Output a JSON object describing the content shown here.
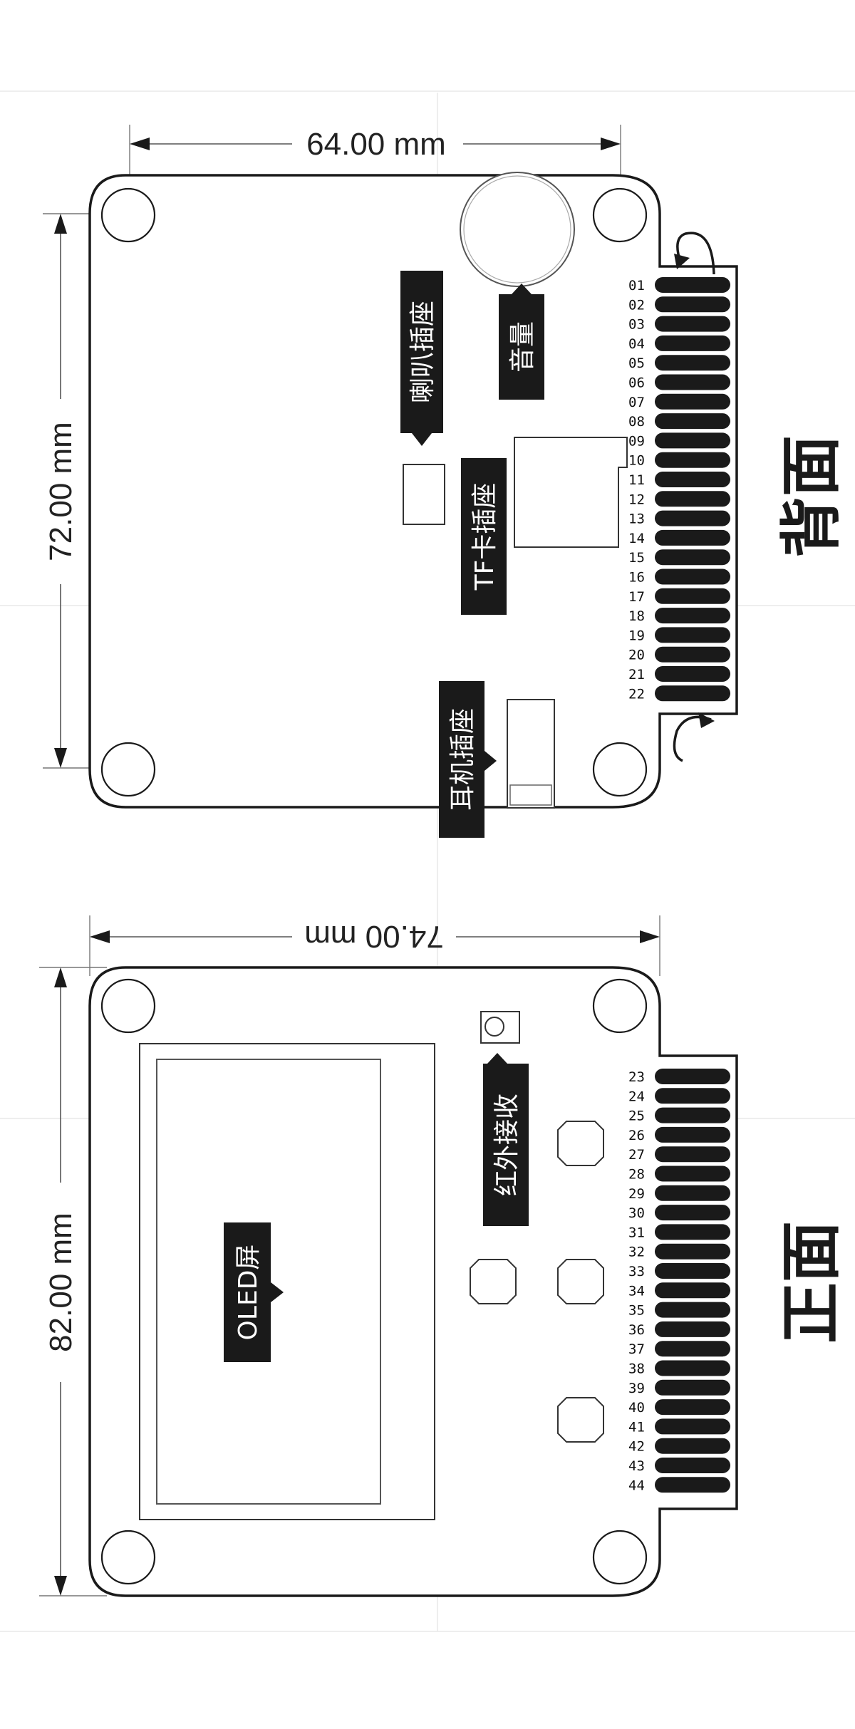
{
  "back_view": {
    "title": "背面",
    "width_dim": "64.00 mm",
    "height_dim": "72.00 mm",
    "labels": {
      "speaker": "喇叭插座",
      "volume": "音量",
      "tf_card": "TF卡插座",
      "earphone": "耳机插座"
    },
    "pins": [
      "01",
      "02",
      "03",
      "04",
      "05",
      "06",
      "07",
      "08",
      "09",
      "10",
      "11",
      "12",
      "13",
      "14",
      "15",
      "16",
      "17",
      "18",
      "19",
      "20",
      "21",
      "22"
    ]
  },
  "front_view": {
    "title": "正面",
    "width_dim": "74.00 mm",
    "height_dim": "82.00 mm",
    "labels": {
      "oled": "OLED屏",
      "ir": "红外接收"
    },
    "pins": [
      "23",
      "24",
      "25",
      "26",
      "27",
      "28",
      "29",
      "30",
      "31",
      "32",
      "33",
      "34",
      "35",
      "36",
      "37",
      "38",
      "39",
      "40",
      "41",
      "42",
      "43",
      "44"
    ]
  },
  "colors": {
    "ink": "#1a1a1a",
    "guide": "#e8e8e8"
  }
}
